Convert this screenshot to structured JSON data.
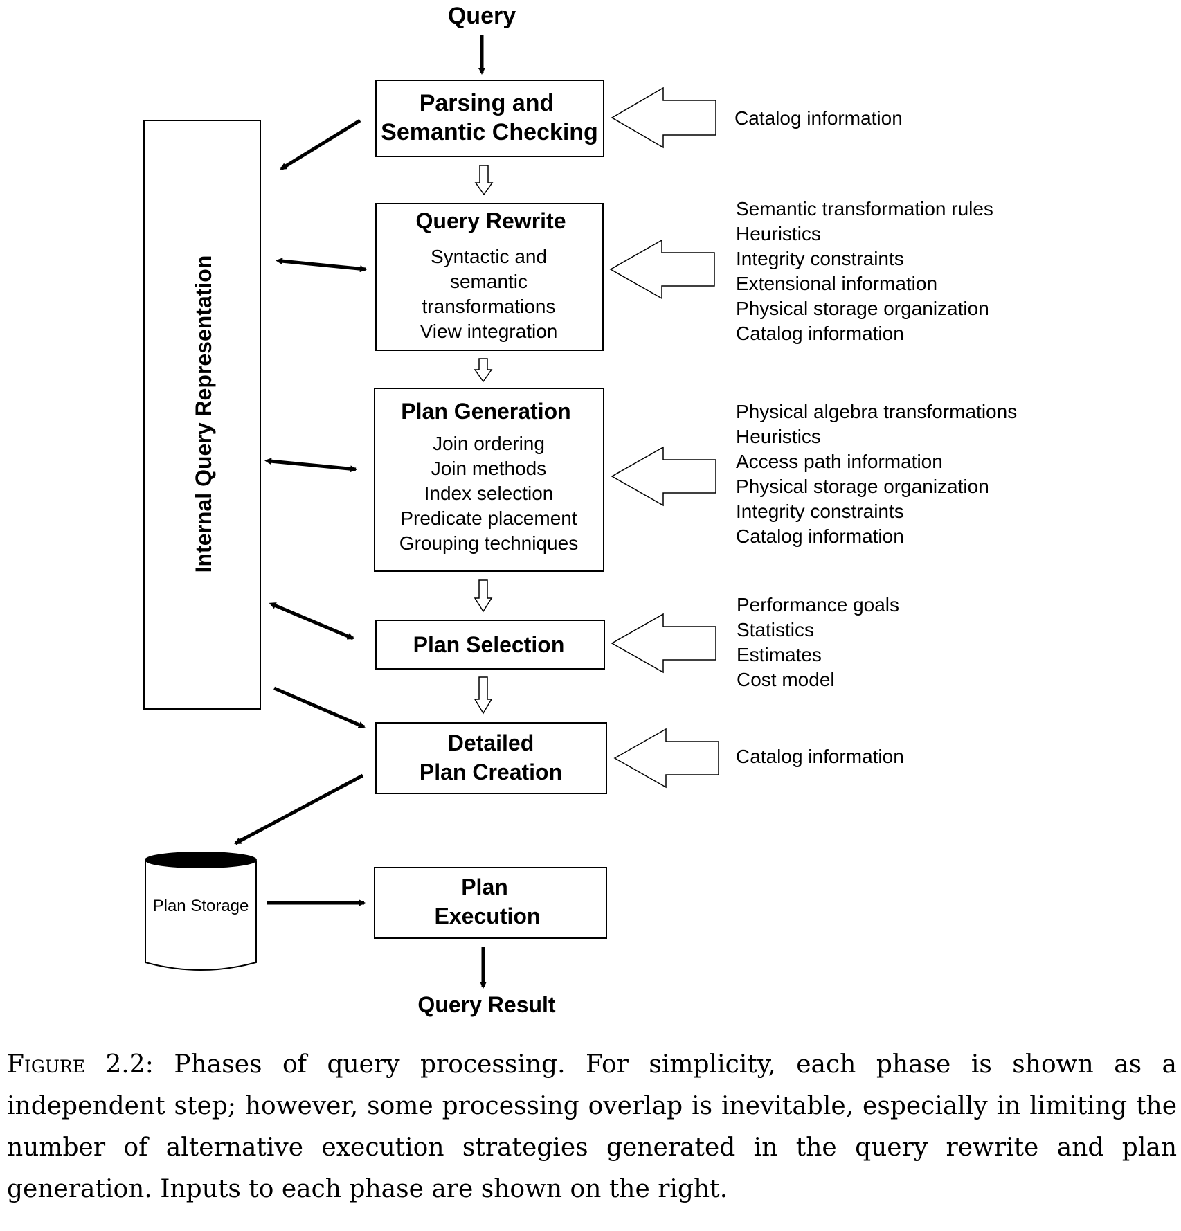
{
  "flow": {
    "query": "Query",
    "query_result": "Query Result"
  },
  "internal_representation": "Internal Query Representation",
  "phases": {
    "parsing": {
      "line1": "Parsing and",
      "line2": "Semantic Checking"
    },
    "rewrite": {
      "title": "Query Rewrite",
      "items": [
        "Syntactic and",
        "semantic",
        "transformations",
        "View integration"
      ]
    },
    "generation": {
      "title": "Plan Generation",
      "items": [
        "Join ordering",
        "Join methods",
        "Index selection",
        "Predicate placement",
        "Grouping techniques"
      ]
    },
    "selection": {
      "title": "Plan Selection"
    },
    "detailed": {
      "line1": "Detailed",
      "line2": "Plan Creation"
    },
    "execution": {
      "line1": "Plan",
      "line2": "Execution"
    }
  },
  "plan_storage": "Plan Storage",
  "inputs": {
    "parsing": [
      "Catalog information"
    ],
    "rewrite": [
      "Semantic transformation rules",
      "Heuristics",
      "Integrity constraints",
      "Extensional information",
      "Physical storage organization",
      "Catalog information"
    ],
    "generation": [
      "Physical algebra transformations",
      "Heuristics",
      "Access path information",
      "Physical storage organization",
      "Integrity constraints",
      "Catalog information"
    ],
    "selection": [
      "Performance goals",
      "Statistics",
      "Estimates",
      "Cost model"
    ],
    "detailed": [
      "Catalog information"
    ]
  },
  "caption": {
    "label": "Figure 2.2:",
    "text": "Phases of query processing. For simplicity, each phase is shown as a independent step; however, some processing overlap is inevitable, especially in limiting the number of alternative execution strategies generated in the query rewrite and plan generation. Inputs to each phase are shown on the right."
  }
}
